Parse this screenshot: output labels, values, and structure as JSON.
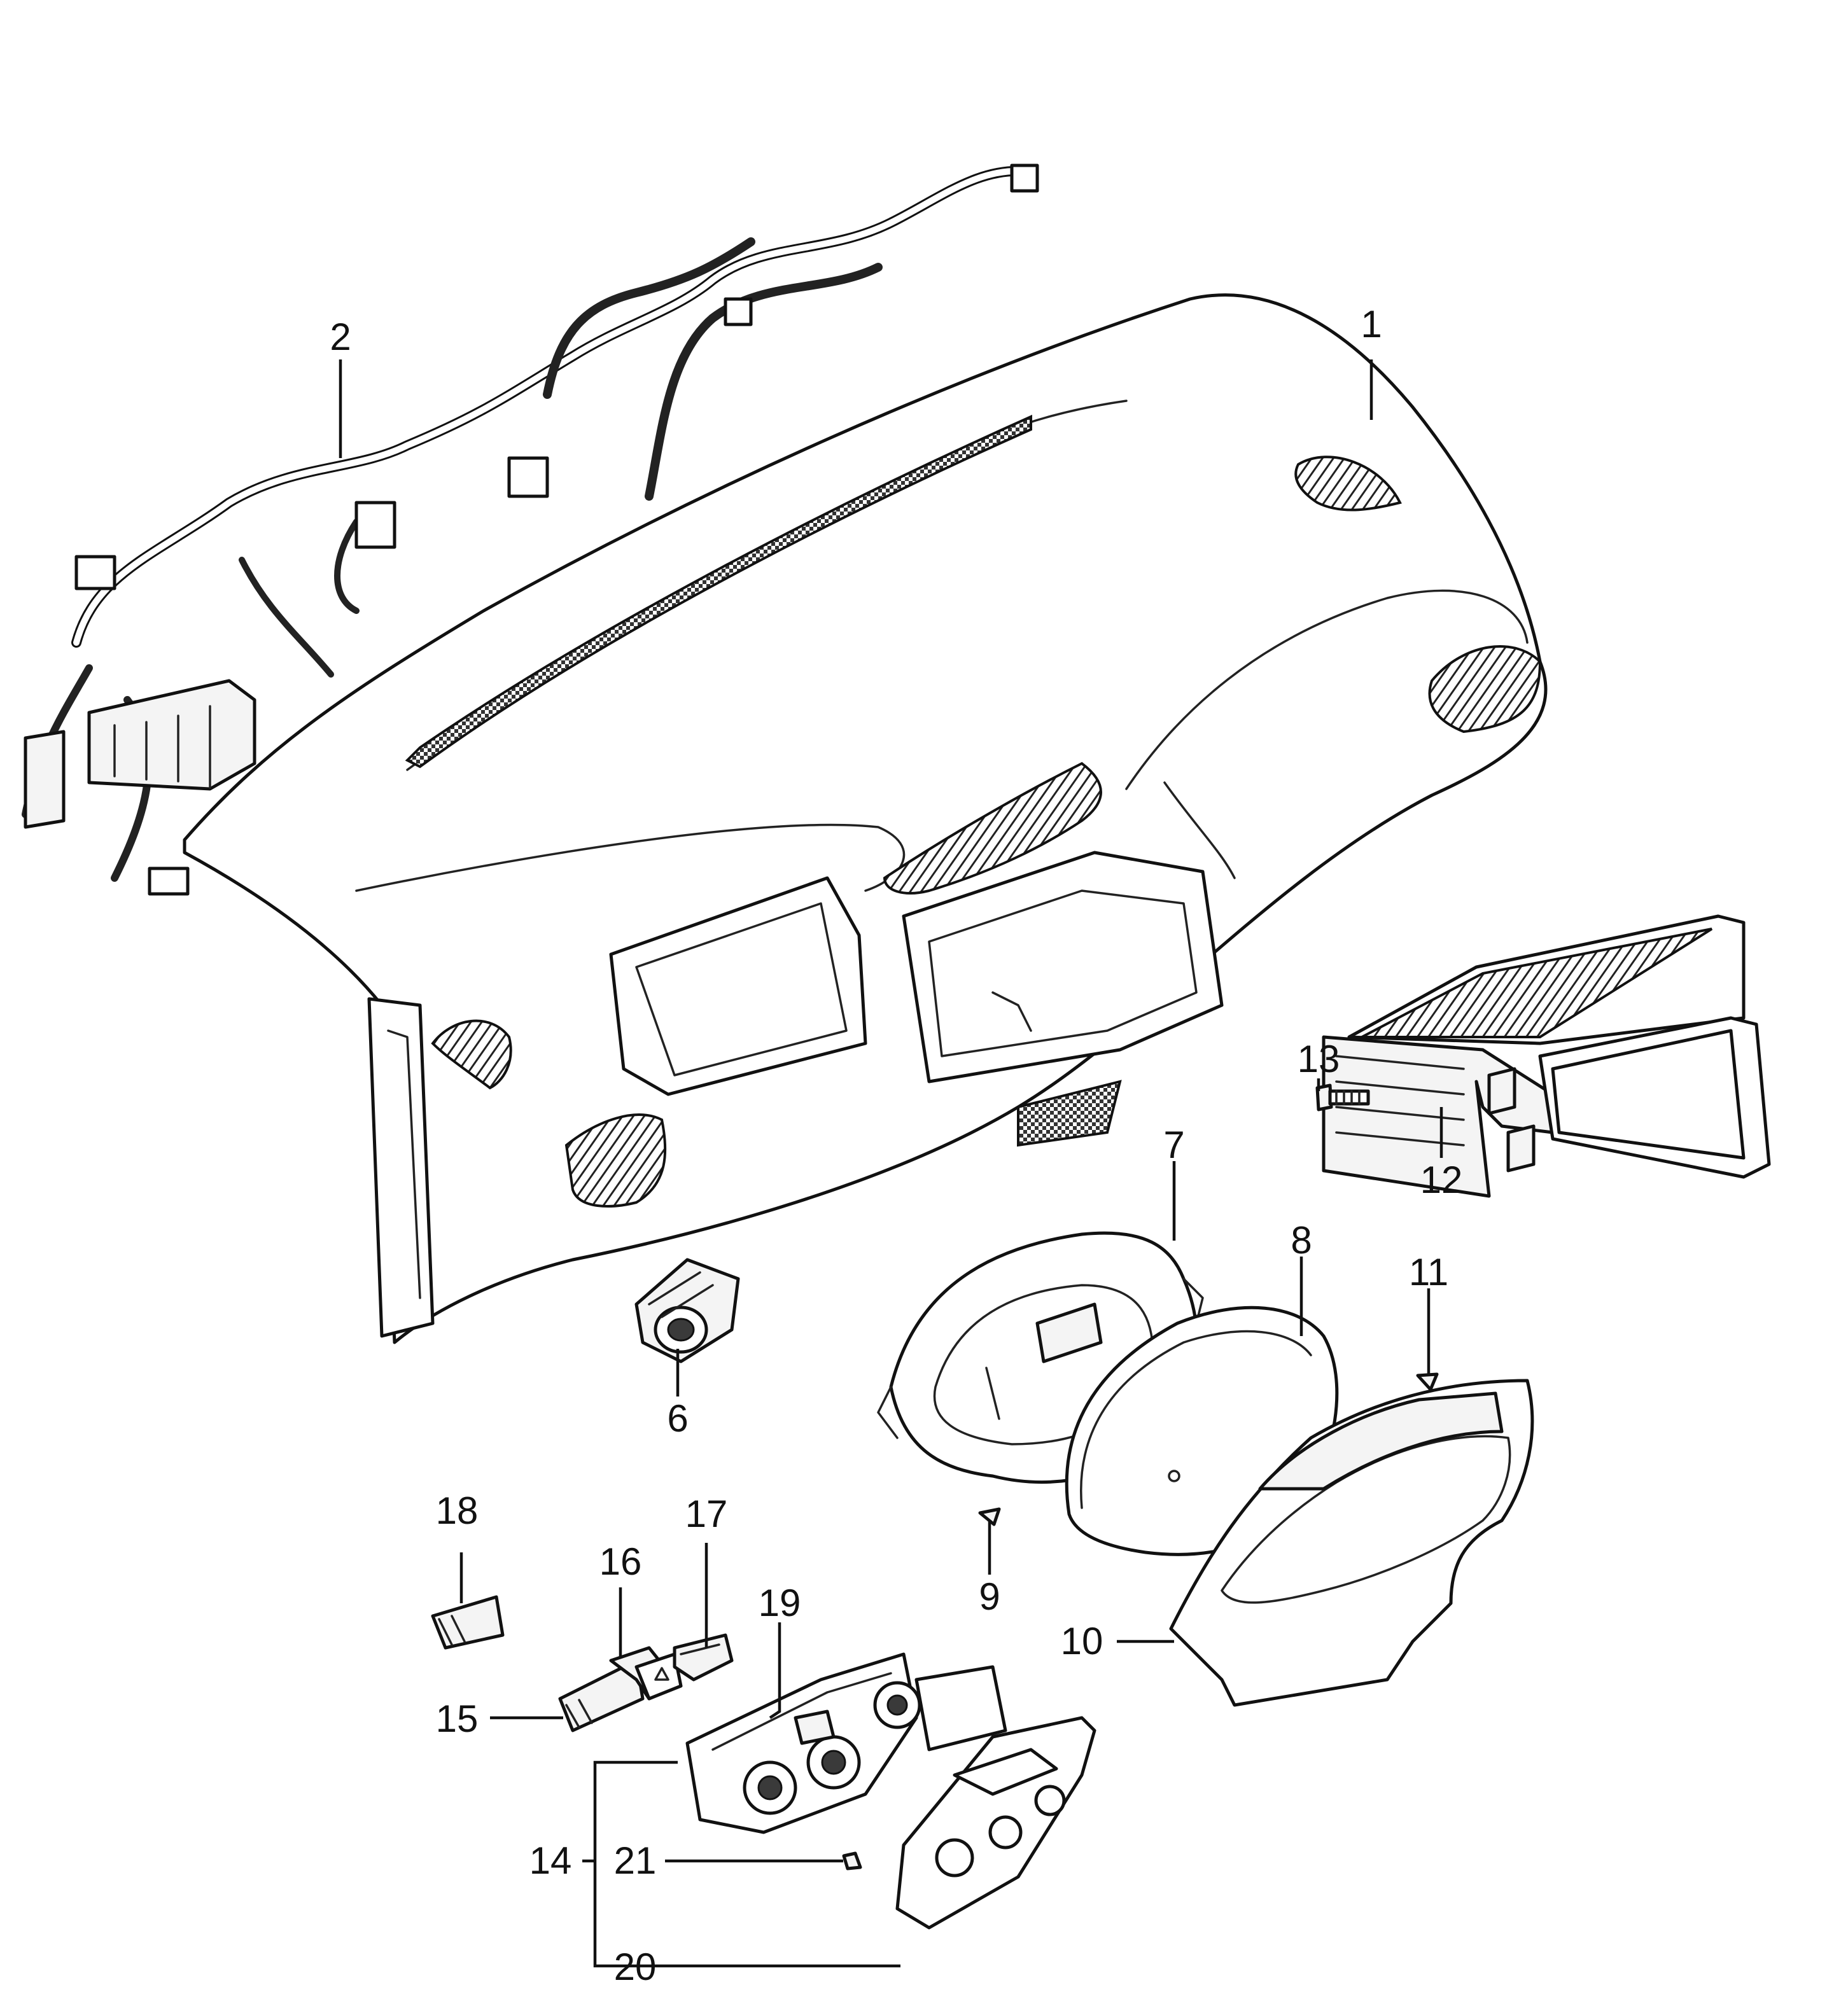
{
  "colors": {
    "background": "#ffffff",
    "line": "#111111"
  },
  "callouts": [
    {
      "id": "c1",
      "text": "1"
    },
    {
      "id": "c2",
      "text": "2"
    },
    {
      "id": "c6",
      "text": "6"
    },
    {
      "id": "c7",
      "text": "7"
    },
    {
      "id": "c8",
      "text": "8"
    },
    {
      "id": "c9",
      "text": "9"
    },
    {
      "id": "c10",
      "text": "10"
    },
    {
      "id": "c11",
      "text": "11"
    },
    {
      "id": "c12",
      "text": "12"
    },
    {
      "id": "c13",
      "text": "13"
    },
    {
      "id": "c14",
      "text": "14"
    },
    {
      "id": "c15",
      "text": "15"
    },
    {
      "id": "c16",
      "text": "16"
    },
    {
      "id": "c17",
      "text": "17"
    },
    {
      "id": "c18",
      "text": "18"
    },
    {
      "id": "c19",
      "text": "19"
    },
    {
      "id": "c20",
      "text": "20"
    },
    {
      "id": "c21",
      "text": "21"
    }
  ]
}
